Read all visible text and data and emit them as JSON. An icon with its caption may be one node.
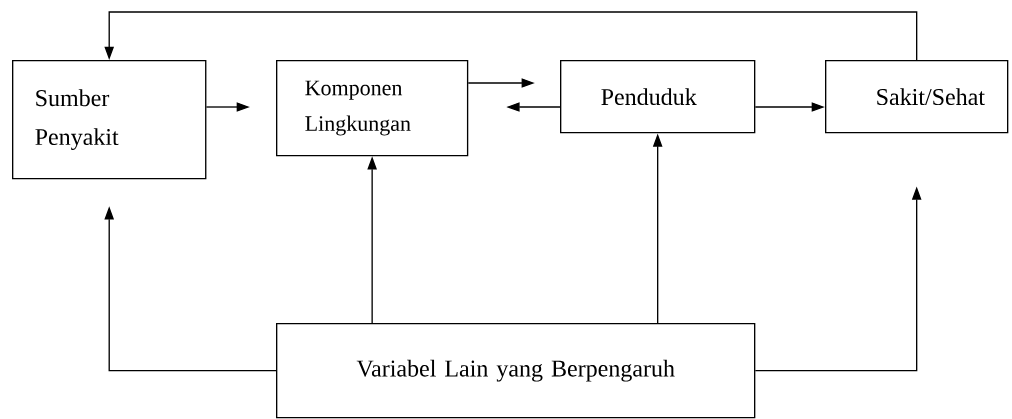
{
  "diagram": {
    "nodes": [
      {
        "text": [
          "Sumber Penyakit"
        ]
      },
      {
        "text": [
          "Komponen Lingkungan"
        ]
      },
      {
        "text": [
          "Penduduk"
        ]
      },
      {
        "text": [
          "Sakit/Sehat"
        ]
      },
      {
        "text": [
          "Variabel Lain yang Berpengaruh"
        ]
      }
    ],
    "edges": [
      {
        "from": 0,
        "to": 1,
        "arrow": "to"
      },
      {
        "from": 1,
        "to": 2,
        "arrow": "to"
      },
      {
        "from": 2,
        "to": 1,
        "arrow": "to"
      },
      {
        "from": 2,
        "to": 3,
        "arrow": "to"
      },
      {
        "from": 3,
        "to": 0,
        "arrow": "to"
      },
      {
        "from": 4,
        "to": 0,
        "arrow": "to"
      },
      {
        "from": 4,
        "to": 1,
        "arrow": "to"
      },
      {
        "from": 4,
        "to": 2,
        "arrow": "to"
      },
      {
        "from": 4,
        "to": 3,
        "arrow": "to"
      }
    ]
  }
}
